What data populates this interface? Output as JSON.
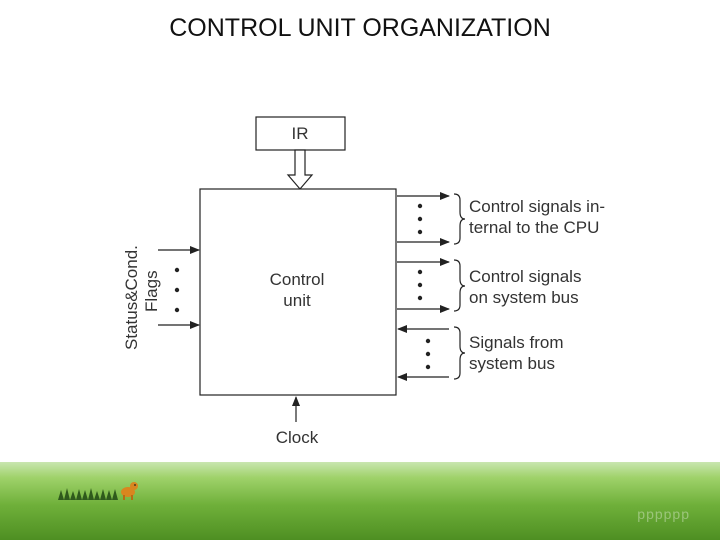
{
  "slide": {
    "title": "CONTROL UNIT ORGANIZATION"
  },
  "diagram": {
    "ir_label": "IR",
    "control_unit_label": [
      "Control",
      "unit"
    ],
    "side_label": [
      "Status&Cond.",
      "Flags"
    ],
    "clock_label": "Clock",
    "right_groups": [
      {
        "lines": [
          "Control signals in-",
          "ternal to the CPU"
        ],
        "direction": "out"
      },
      {
        "lines": [
          "Control signals",
          "on system bus"
        ],
        "direction": "out"
      },
      {
        "lines": [
          "Signals from",
          "system bus"
        ],
        "direction": "in"
      }
    ]
  },
  "footer": {
    "watermark": "pppppp"
  },
  "colors": {
    "line": "#222222",
    "text": "#333333",
    "grass_dark": "#4e8f22",
    "grass_light": "#9fd26a"
  }
}
